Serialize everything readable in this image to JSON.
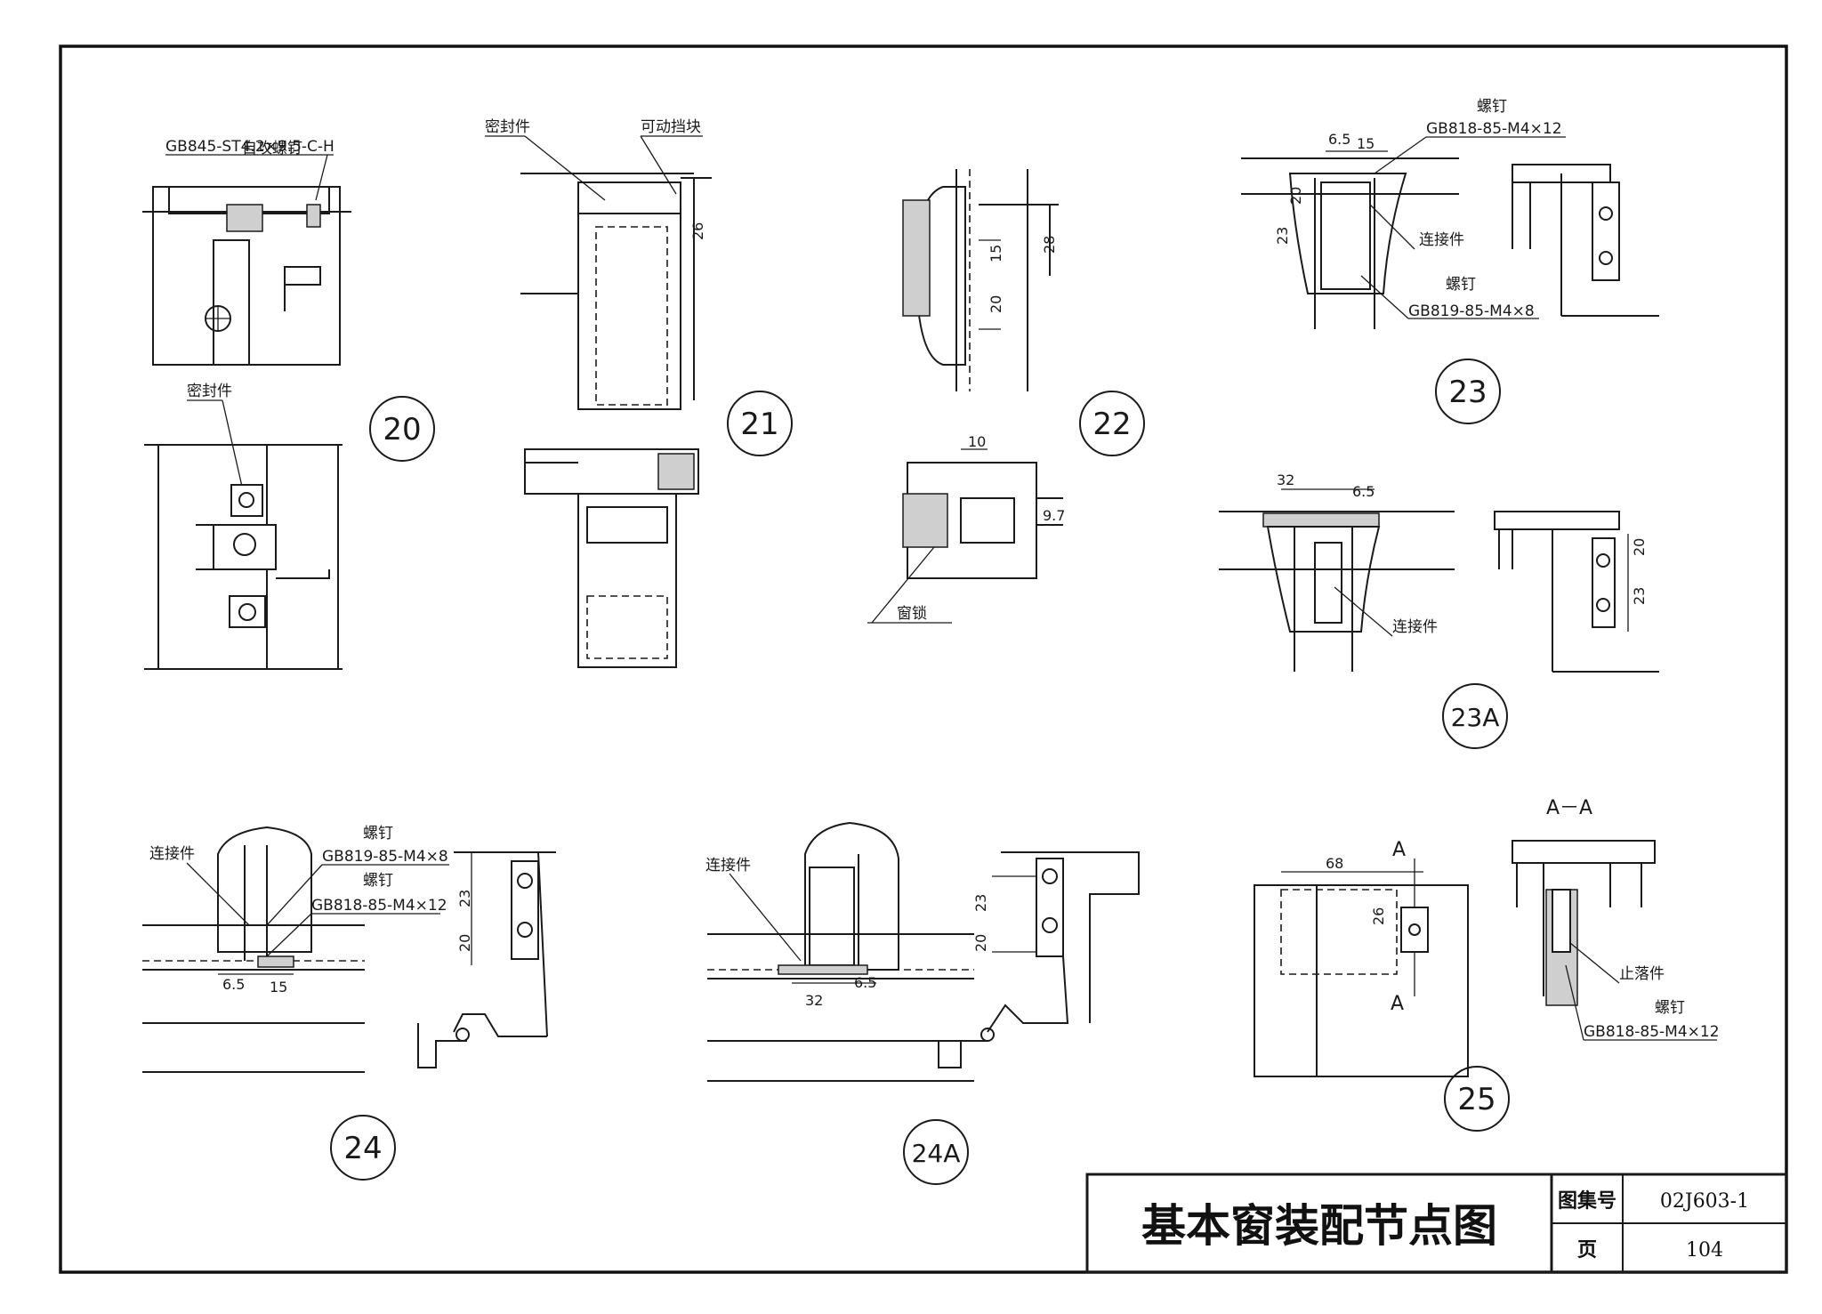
{
  "title_block": {
    "title": "基本窗装配节点图",
    "atlas_label": "图集号",
    "atlas_value": "02J603-1",
    "page_label": "页",
    "page_value": "104"
  },
  "details": [
    {
      "id": "20",
      "label": "20"
    },
    {
      "id": "21",
      "label": "21"
    },
    {
      "id": "22",
      "label": "22"
    },
    {
      "id": "23",
      "label": "23"
    },
    {
      "id": "23A",
      "label": "23A"
    },
    {
      "id": "24",
      "label": "24"
    },
    {
      "id": "24A",
      "label": "24A"
    },
    {
      "id": "25",
      "label": "25"
    }
  ],
  "annotations": {
    "d20_screw": "自攻螺钉",
    "d20_screw_spec": "GB845-ST4.2×9.5-C-H",
    "d20_seal": "密封件",
    "d21_seal": "密封件",
    "d21_block": "可动挡块",
    "d21_dim": "26",
    "d22_dim1": "28",
    "d22_dim2": "15",
    "d22_dim3": "20",
    "d22_dim4": "10",
    "d22_dim5": "9.7",
    "d22_lock": "窗锁",
    "d23_screw1": "螺钉",
    "d23_screw1_spec": "GB818-85-M4×12",
    "d23_conn": "连接件",
    "d23_screw2": "螺钉",
    "d23_screw2_spec": "GB819-85-M4×8",
    "d23_dim1": "6.5",
    "d23_dim2": "15",
    "d23_dim3": "20",
    "d23_dim4": "23",
    "d23a_dim1": "32",
    "d23a_dim2": "6.5",
    "d23a_conn": "连接件",
    "d23a_dim3": "20",
    "d23a_dim4": "23",
    "d24_conn": "连接件",
    "d24_screw1": "螺钉",
    "d24_screw1_spec": "GB819-85-M4×8",
    "d24_screw2": "螺钉",
    "d24_screw2_spec": "GB818-85-M4×12",
    "d24_dim1": "6.5",
    "d24_dim2": "15",
    "d24_dim3": "23",
    "d24_dim4": "20",
    "d24a_conn": "连接件",
    "d24a_dim1": "32",
    "d24a_dim2": "6.5",
    "d24a_dim3": "23",
    "d24a_dim4": "20",
    "d25_section": "A－A",
    "d25_a_top": "A",
    "d25_a_bottom": "A",
    "d25_dim1": "68",
    "d25_dim2": "26",
    "d25_stop": "止落件",
    "d25_screw": "螺钉",
    "d25_screw_spec": "GB818-85-M4×12"
  }
}
